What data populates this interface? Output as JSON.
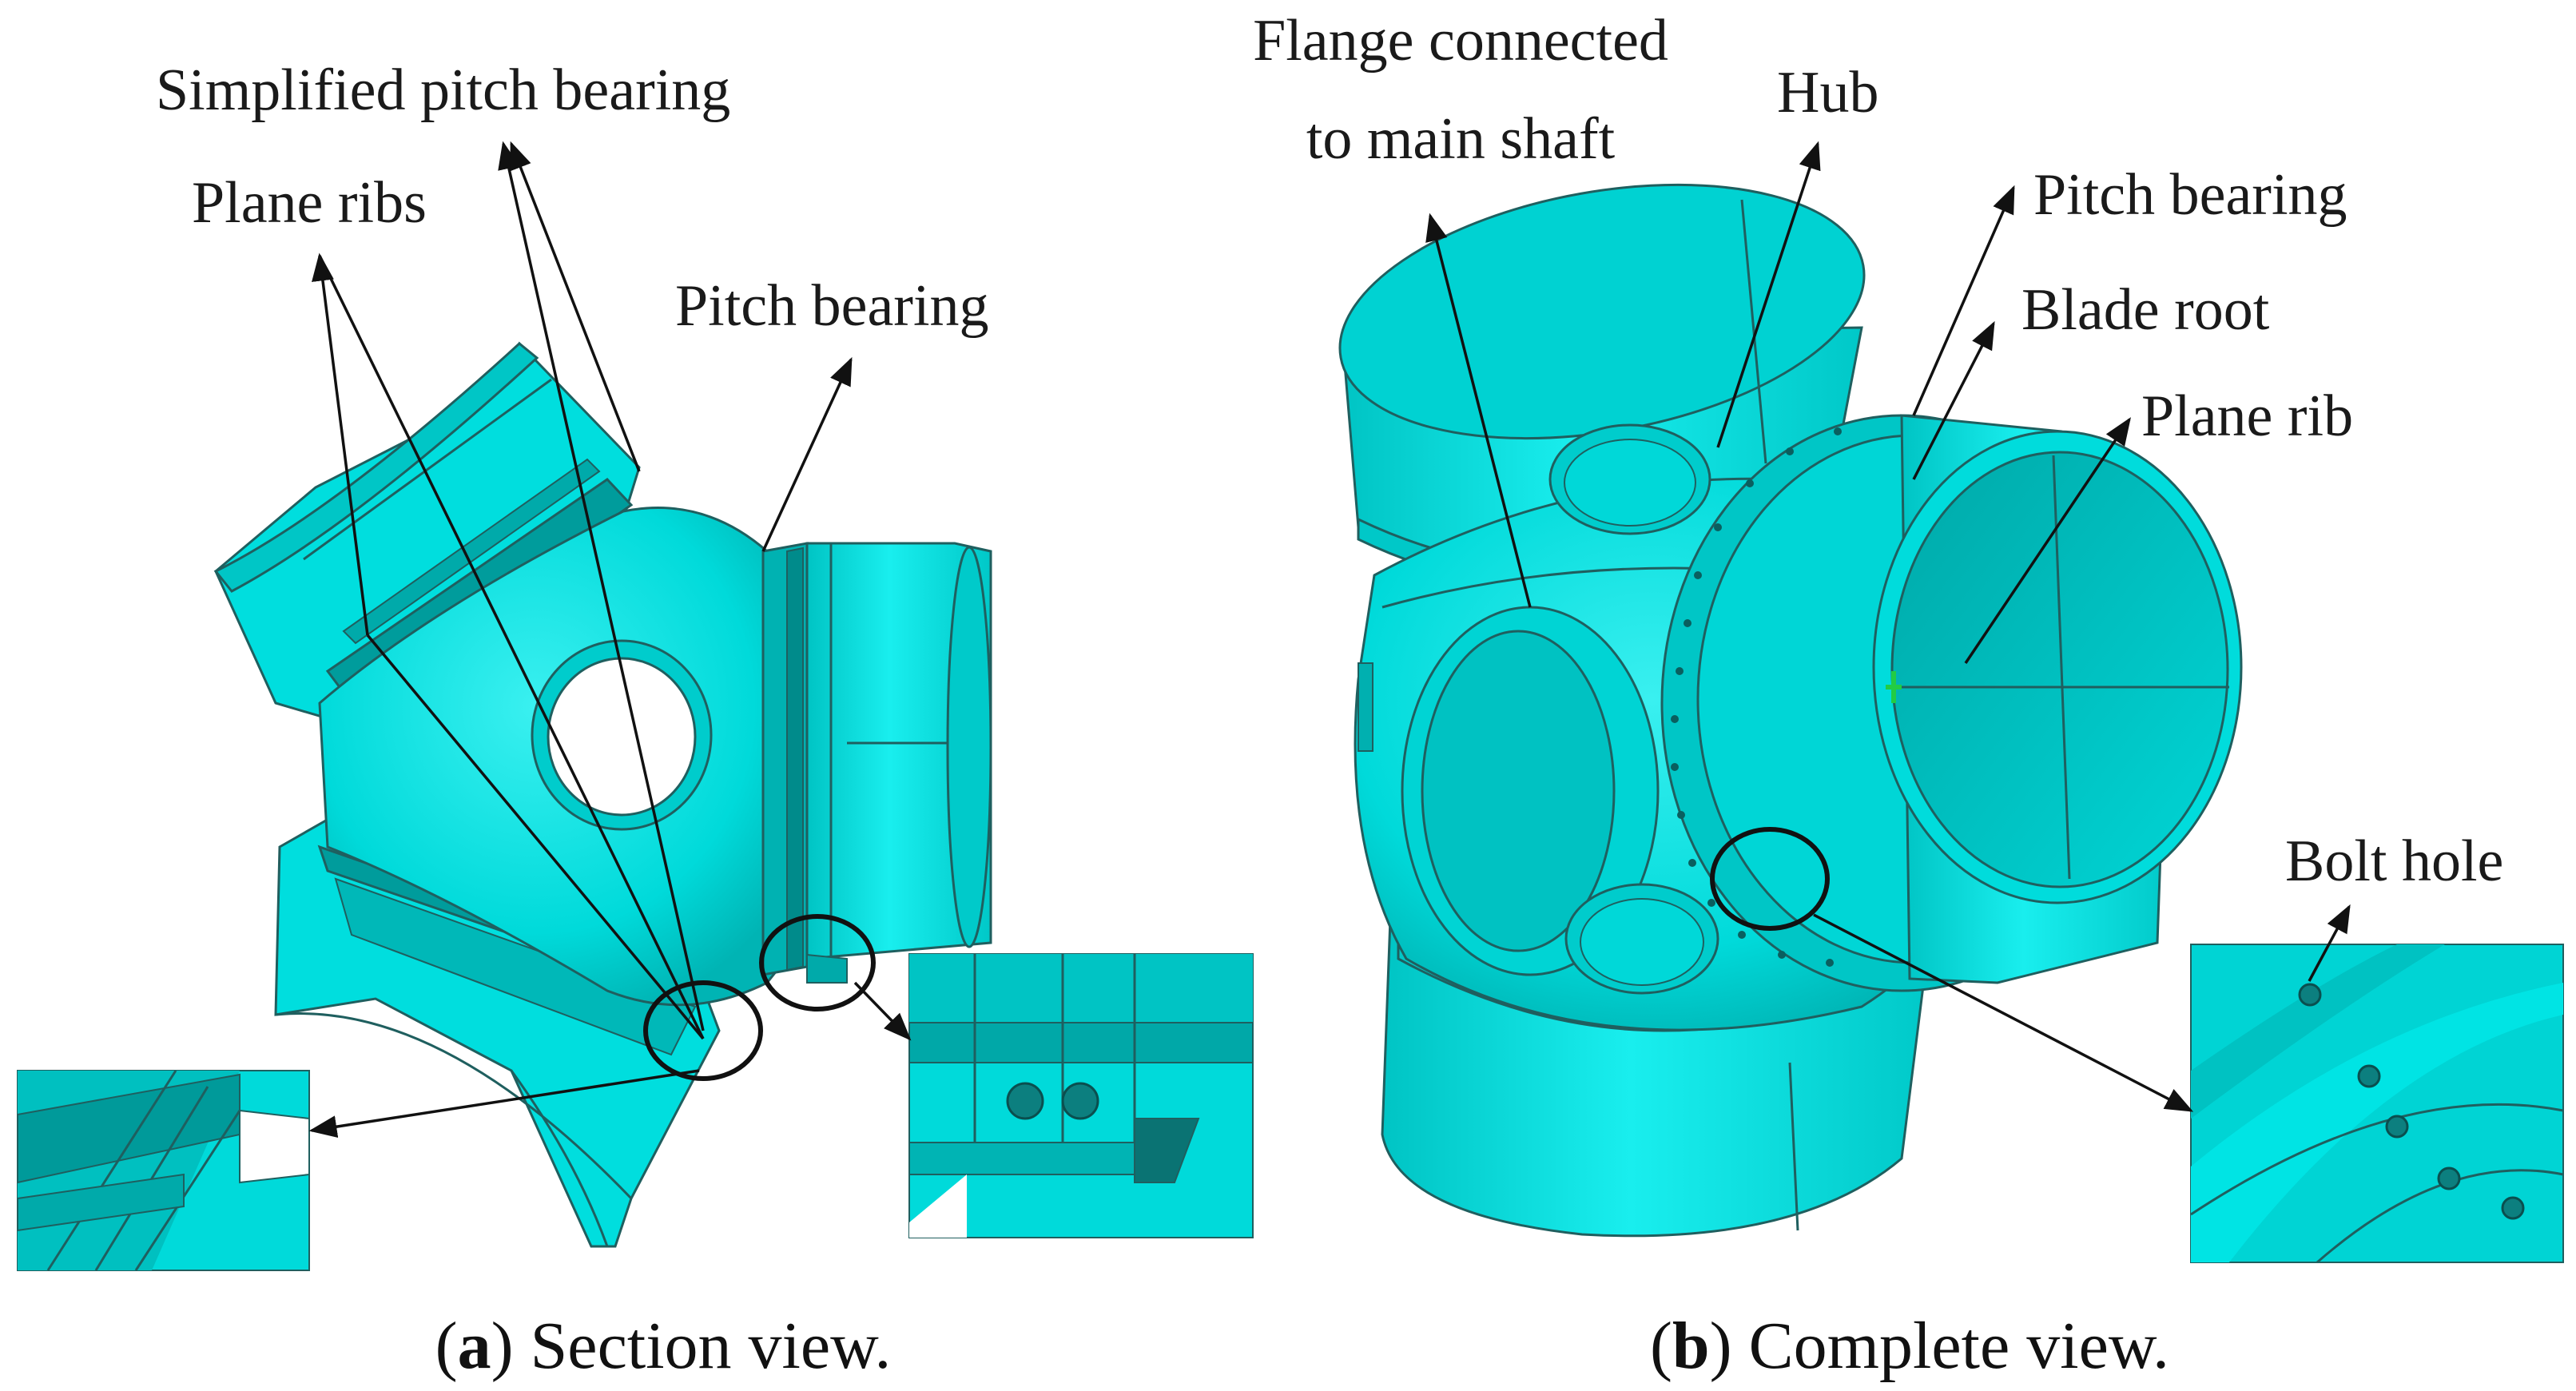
{
  "colors": {
    "model": "#00e5e5",
    "model_shade": "#00bdbd",
    "model_dark": "#009a9a",
    "annotation": "#111111",
    "background": "#ffffff"
  },
  "panel_a": {
    "caption_letter": "a",
    "caption_text": " Section view.",
    "labels": {
      "simplified_pitch_bearing": "Simplified pitch bearing",
      "plane_ribs": "Plane ribs",
      "pitch_bearing": "Pitch bearing"
    }
  },
  "panel_b": {
    "caption_letter": "b",
    "caption_text": " Complete view.",
    "labels": {
      "flange_line1": "Flange connected",
      "flange_line2": "to main shaft",
      "hub": "Hub",
      "pitch_bearing": "Pitch bearing",
      "blade_root": "Blade root",
      "plane_rib": "Plane rib",
      "bolt_hole": "Bolt hole"
    }
  }
}
